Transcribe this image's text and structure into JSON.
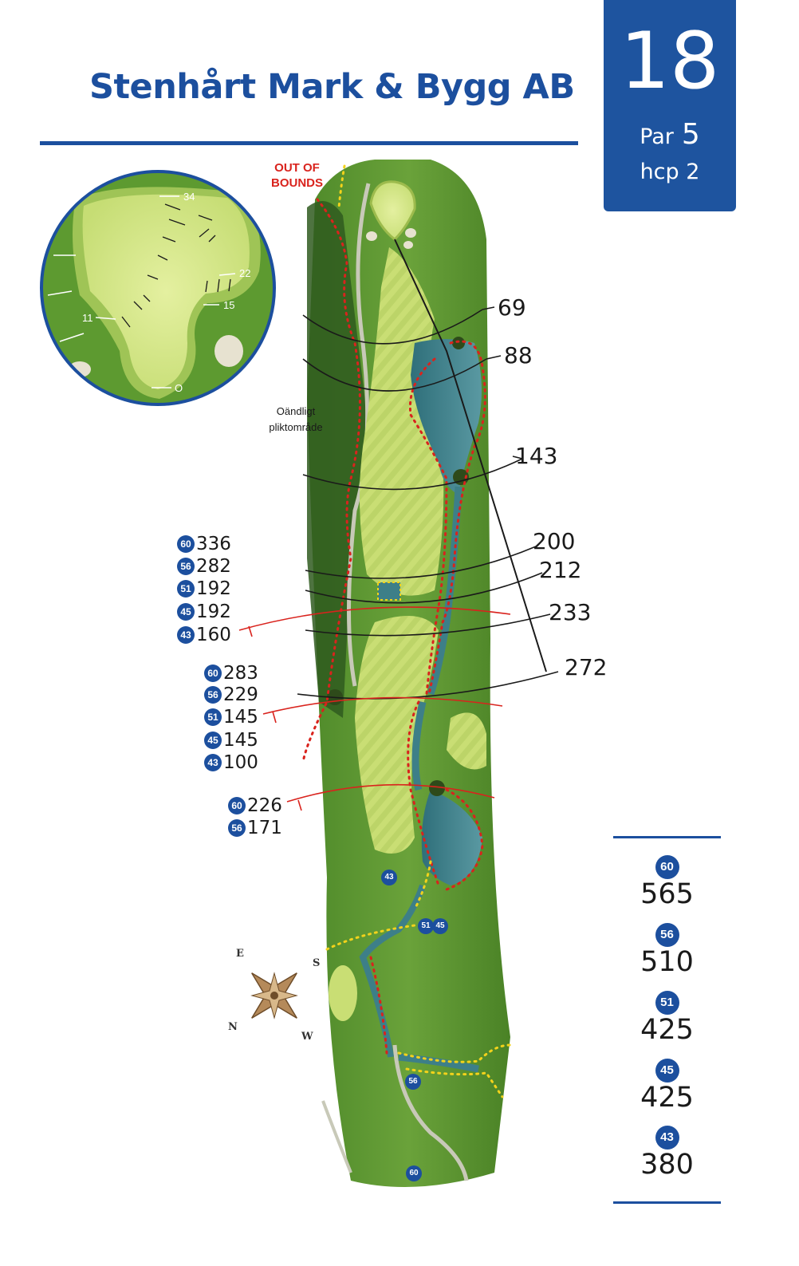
{
  "sponsor": "Stenhårt Mark & Bygg AB",
  "hole": {
    "number": "18",
    "par_label": "Par",
    "par": "5",
    "hcp": "hcp 2"
  },
  "colors": {
    "brand_blue": "#1c4f9e",
    "hazard_red": "#d9231d",
    "penalty_yellow": "#f2d21b"
  },
  "out_of_bounds_label": "OUT OF BOUNDS",
  "penalty_area_label": "Oändligt pliktområde",
  "distance_arcs": [
    "69",
    "88",
    "143",
    "200",
    "212",
    "233",
    "272"
  ],
  "carry_groups": [
    {
      "rows": [
        {
          "tee": "60",
          "dist": "336"
        },
        {
          "tee": "56",
          "dist": "282"
        },
        {
          "tee": "51",
          "dist": "192"
        },
        {
          "tee": "45",
          "dist": "192"
        },
        {
          "tee": "43",
          "dist": "160"
        }
      ]
    },
    {
      "rows": [
        {
          "tee": "60",
          "dist": "283"
        },
        {
          "tee": "56",
          "dist": "229"
        },
        {
          "tee": "51",
          "dist": "145"
        },
        {
          "tee": "45",
          "dist": "145"
        },
        {
          "tee": "43",
          "dist": "100"
        }
      ]
    },
    {
      "rows": [
        {
          "tee": "60",
          "dist": "226"
        },
        {
          "tee": "56",
          "dist": "171"
        }
      ]
    }
  ],
  "green_inset_labels": [
    "34",
    "22",
    "15",
    "11",
    "O"
  ],
  "course_tee_markers": [
    "43",
    "51",
    "45",
    "56",
    "60"
  ],
  "compass": {
    "letters": [
      "E",
      "S",
      "N",
      "W"
    ]
  },
  "totals": [
    {
      "tee": "60",
      "length": "565"
    },
    {
      "tee": "56",
      "length": "510"
    },
    {
      "tee": "51",
      "length": "425"
    },
    {
      "tee": "45",
      "length": "425"
    },
    {
      "tee": "43",
      "length": "380"
    }
  ]
}
